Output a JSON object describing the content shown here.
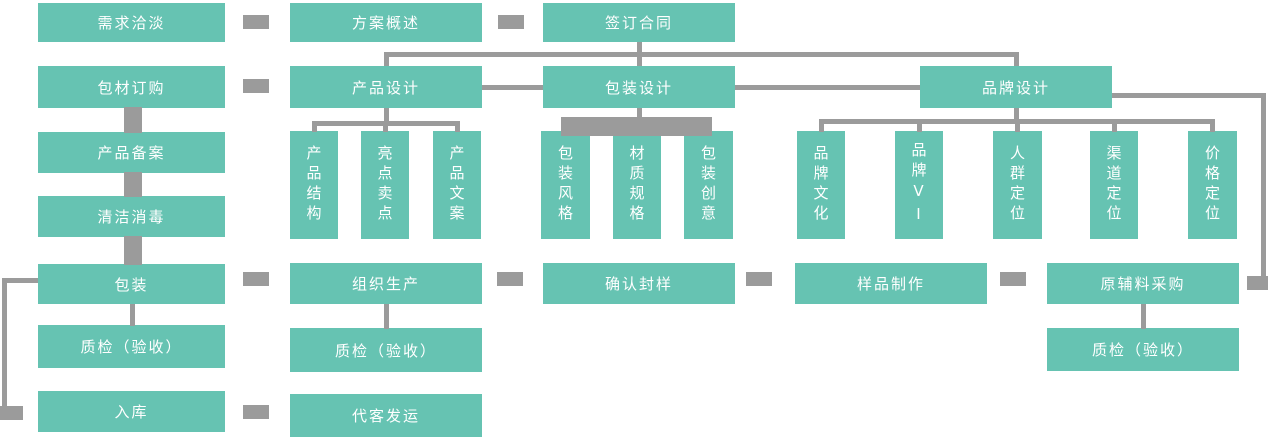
{
  "colors": {
    "node_fill": "#66c3b2",
    "node_text": "#ffffff",
    "connector": "#9b9b9b",
    "background": "#ffffff"
  },
  "flow": {
    "row1": {
      "demand_talk": "需求洽淡",
      "plan_overview": "方案概述",
      "sign_contract": "签订合同"
    },
    "row2": {
      "material_order": "包材订购",
      "product_design": "产品设计",
      "package_design": "包装设计",
      "brand_design": "品牌设计"
    },
    "left_column": {
      "product_record": "产品备案",
      "clean_disinfect": "清洁消毒",
      "packing": "包装",
      "qc": "质检（验收）",
      "inbound": "入库"
    },
    "product_design_children": {
      "structure": "产品结构",
      "selling_points": "亮点卖点",
      "copywriting": "产品文案"
    },
    "package_design_children": {
      "style": "包装风格",
      "material_spec": "材质规格",
      "creative": "包装创意"
    },
    "brand_design_children": {
      "culture": "品牌文化",
      "vi": "品牌VI",
      "crowd_positioning": "人群定位",
      "channel_positioning": "渠道定位",
      "price_positioning": "价格定位"
    },
    "production_row": {
      "organize_production": "组织生产",
      "confirm_sample": "确认封样",
      "sample_making": "样品制作",
      "raw_material_purchase": "原辅料采购"
    },
    "qc_row": {
      "production_qc": "质检（验收）",
      "raw_material_qc": "质检（验收）"
    },
    "final_row": {
      "dispatch": "代客发运"
    }
  }
}
